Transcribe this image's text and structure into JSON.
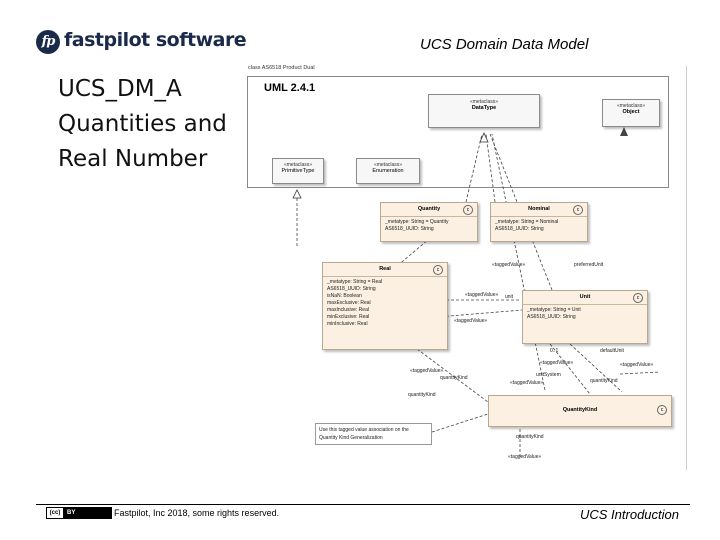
{
  "logo": {
    "mark": "fp",
    "text": "fastpilot software"
  },
  "header": {
    "title": "UCS Domain Data Model"
  },
  "slide_title": {
    "line1": "UCS_DM_A",
    "line2": "Quantities and",
    "line3": "Real Number"
  },
  "diagram": {
    "frame_label": "class AS6518 Product Dual",
    "package_title": "UML 2.4.1",
    "metaclass_datatype": {
      "stereotype": "«metaclass»",
      "name": "DataType"
    },
    "metaclass_object": {
      "stereotype": "«metaclass»",
      "name": "Object"
    },
    "metaclass_primitive": {
      "stereotype": "«metaclass»",
      "name": "PrimitiveType"
    },
    "metaclass_enumeration": {
      "stereotype": "«metaclass»",
      "name": "Enumeration"
    },
    "quantity": {
      "name": "Quantity",
      "attrs": [
        "_metatype: String = Quantity",
        "AS6518_UUID: String"
      ]
    },
    "nominal": {
      "name": "Nominal",
      "attrs": [
        "_metatype: String = Nominal",
        "AS6518_UUID: String"
      ]
    },
    "real": {
      "name": "Real",
      "attrs": [
        "_metatype: String = Real",
        "AS6518_UUID: String",
        "isNaN: Boolean",
        "maxExclusive: Real",
        "maxInclusive: Real",
        "minExclusive: Real",
        "minInclusive: Real"
      ]
    },
    "unit": {
      "name": "Unit",
      "attrs": [
        "_metatype: String = Unit",
        "AS6518_UUID: String"
      ]
    },
    "quantity_kind": {
      "name": "QuantityKind"
    },
    "labels": {
      "tagged_value": "«taggedValue»",
      "quantity_kind": "quantityKind",
      "preferred_unit": "preferredUnit",
      "unit": "unit",
      "default_unit": "defaultUnit",
      "unit_system": "unitSystem",
      "quantity_kind_short": "quantityKind",
      "mult_01": "0..1",
      "mult_1": "1"
    },
    "note": {
      "line1": "Use this tagged value association on the",
      "line2": "Quantity Kind Generalization"
    }
  },
  "footer": {
    "cc_left": "(cc)",
    "cc_right": "BY",
    "copyright": "Fastpilot, Inc 2018, some rights reserved.",
    "right": "UCS Introduction"
  }
}
